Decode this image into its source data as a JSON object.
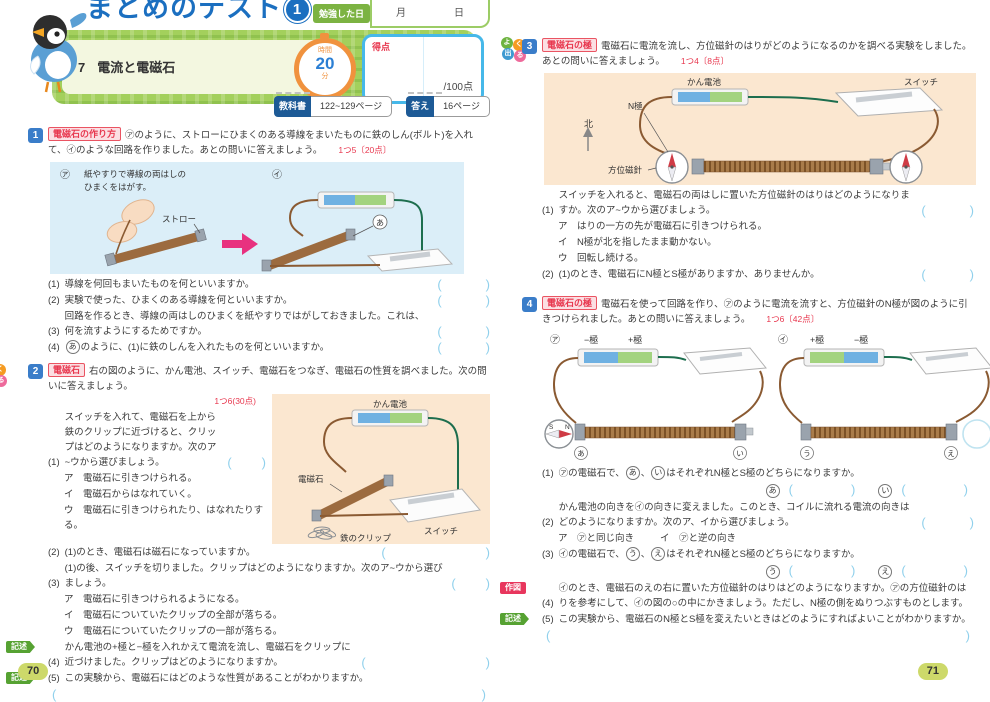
{
  "ui": {
    "po": "(",
    "pc": ")",
    "comma": "、"
  },
  "colors": {
    "accent_blue": "#1b6fc0",
    "accent_red": "#e8384f",
    "plaid_green": "#a3d05c",
    "answer_paren": "#8fd0ec",
    "badge_navy": "#1d5a96",
    "kijutsu_green": "#56a232",
    "sakuzu_pink": "#e8365d",
    "diagram_blue_bg": "#dbeef8",
    "diagram_peach_bg": "#fbe7d0",
    "page_oval": "#cdd96a"
  },
  "yoku": [
    "よ",
    "く",
    "出",
    "る"
  ],
  "left": {
    "page_number": "70",
    "header": {
      "title": "まとめのテスト",
      "title_num": "1",
      "unit_no": "7",
      "unit_title": "電流と電磁石",
      "study_label": "勉強した日",
      "month": "月",
      "day": "日",
      "time_label": "時間",
      "time_num": "20",
      "time_unit": "分",
      "score_label": "得点",
      "score_total": "/100点",
      "textbook_label": "教科書",
      "textbook_pages": "122~129ページ",
      "answer_label": "答え",
      "answer_pages": "16ページ"
    },
    "s1": {
      "num": "1",
      "tag": "電磁石の作り方",
      "intro": "㋐のように、ストローにひまくのある導線をまいたものに鉄のしん(ボルト)を入れて、㋑のような回路を作りました。あとの問いに答えましょう。",
      "points": "1つ5〔20点〕",
      "d": {
        "label_a": "㋐",
        "cap1": "紙やすりで導線の両はしの",
        "cap2": "ひまくをはがす。",
        "straw": "ストロー",
        "label_b": "㋑",
        "bolt": "あ"
      },
      "q1": {
        "no": "(1)",
        "text": "導線を何回もまいたものを何といいますか。"
      },
      "q2": {
        "no": "(2)",
        "text": "実験で使った、ひまくのある導線を何といいますか。"
      },
      "q3": {
        "no": "(3)",
        "text": "回路を作るとき、導線の両はしのひまくを紙やすりではがしておきました。これは、何を流すようにするためですか。"
      },
      "q4": {
        "no": "(4)",
        "pre": "あ",
        "text": "のように、(1)に鉄のしんを入れたものを何といいますか。"
      }
    },
    "s2": {
      "num": "2",
      "tag": "電磁石",
      "intro": "右の図のように、かん電池、スイッチ、電磁石をつなぎ、電磁石の性質を調べました。次の問いに答えましょう。",
      "points": "1つ6(30点)",
      "q1": {
        "no": "(1)",
        "text": "スイッチを入れて、電磁石を上から鉄のクリップに近づけると、クリップはどのようになりますか。次のア~ウから選びましょう。"
      },
      "q1_opts": [
        "ア　電磁石に引きつけられる。",
        "イ　電磁石からはなれていく。",
        "ウ　電磁石に引きつけられたり、はなれたりする。"
      ],
      "q2": {
        "no": "(2)",
        "text": "(1)のとき、電磁石は磁石になっていますか。"
      },
      "q3": {
        "no": "(3)",
        "text": "(1)の後、スイッチを切りました。クリップはどのようになりますか。次のア~ウから選びましょう。"
      },
      "q3_opts": [
        "ア　電磁石に引きつけられるようになる。",
        "イ　電磁石についていたクリップの全部が落ちる。",
        "ウ　電磁石についていたクリップの一部が落ちる。"
      ],
      "q4": {
        "no": "(4)",
        "badge": "記述",
        "text": "かん電池の+極と−極を入れかえて電流を流し、電磁石をクリップに近づけました。クリップはどのようになりますか。"
      },
      "q5": {
        "no": "(5)",
        "badge": "記述",
        "text": "この実験から、電磁石にはどのような性質があることがわかりますか。"
      },
      "d": {
        "battery": "かん電池",
        "magnet": "電磁石",
        "switch": "スイッチ",
        "clips": "鉄のクリップ"
      }
    }
  },
  "right": {
    "page_number": "71",
    "s3": {
      "num": "3",
      "tag": "電磁石の極",
      "intro": "電磁石に電流を流し、方位磁針のはりがどのようになるのかを調べる実験をしました。あとの問いに答えましょう。",
      "points": "1つ4〔8点〕",
      "d": {
        "battery": "かん電池",
        "switch": "スイッチ",
        "npole": "N極",
        "north": "北",
        "compass": "方位磁針"
      },
      "q1": {
        "no": "(1)",
        "text": "スイッチを入れると、電磁石の両はしに置いた方位磁針のはりはどのようになりますか。次のア~ウから選びましょう。"
      },
      "q1_opts": [
        "ア　はりの一方の先が電磁石に引きつけられる。",
        "イ　N極が北を指したまま動かない。",
        "ウ　回転し続ける。"
      ],
      "q2": {
        "no": "(2)",
        "text": "(1)のとき、電磁石にN極とS極がありますか、ありませんか。"
      }
    },
    "s4": {
      "num": "4",
      "tag": "電磁石の極",
      "intro": "電磁石を使って回路を作り、㋐のように電流を流すと、方位磁針のN極が図のように引きつけられました。あとの問いに答えましょう。",
      "points": "1つ6〔42点〕",
      "d": {
        "label_a": "㋐",
        "a_minus": "−極",
        "a_plus": "+極",
        "label_b": "㋑",
        "b_plus": "+極",
        "b_minus": "−極",
        "s": "S",
        "n": "N",
        "e1": "あ",
        "e2": "い",
        "e3": "う",
        "e4": "え"
      },
      "q1": {
        "no": "(1)",
        "t1": "㋐の電磁石で、",
        "c1": "あ",
        "c2": "い",
        "t2": "はそれぞれN極とS極のどちらになりますか。"
      },
      "q2": {
        "no": "(2)",
        "text": "かん電池の向きを㋑の向きに変えました。このとき、コイルに流れる電流の向きはどのようになりますか。次のア、イから選びましょう。"
      },
      "q2_opts": [
        "ア　㋐と同じ向き",
        "イ　㋐と逆の向き"
      ],
      "q3": {
        "no": "(3)",
        "t1": "㋑の電磁石で、",
        "c1": "う",
        "c2": "え",
        "t2": "はそれぞれN極とS極のどちらになりますか。"
      },
      "q4": {
        "no": "(4)",
        "badge": "作図",
        "text": "㋑のとき、電磁石のえの右に置いた方位磁針のはりはどのようになりますか。㋐の方位磁針のはりを参考にして、㋑の図の○の中にかきましょう。ただし、N極の側をぬりつぶすものとします。"
      },
      "q5": {
        "no": "(5)",
        "badge": "記述",
        "text": "この実験から、電磁石のN極とS極を変えたいときはどのようにすればよいことがわかりますか。"
      }
    }
  }
}
